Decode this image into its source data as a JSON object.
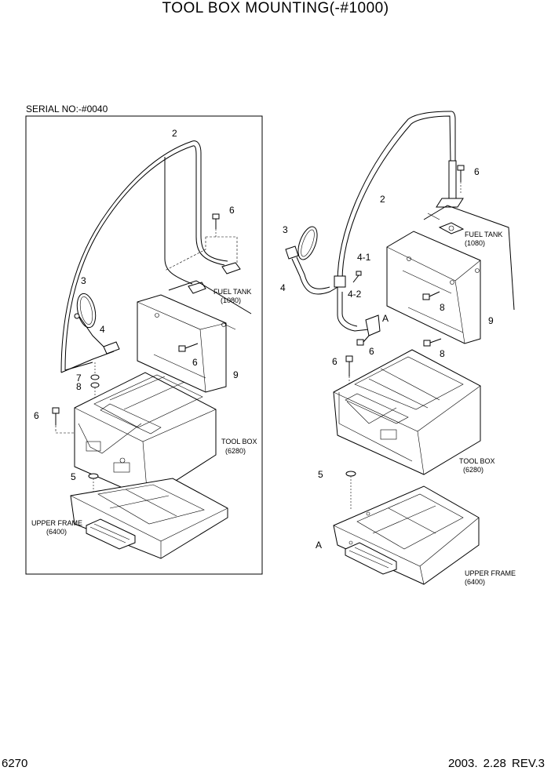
{
  "title": "TOOL BOX MOUNTING(-#1000)",
  "serial_label": "SERIAL NO:-#0040",
  "page_number": "6270",
  "revision": "2003.  2.28  REV.3",
  "left_view": {
    "callouts": [
      "2",
      "6",
      "3",
      "4",
      "7",
      "8",
      "6",
      "9",
      "6",
      "5"
    ],
    "fuel_tank": [
      "FUEL TANK",
      "(1080)"
    ],
    "tool_box": [
      "TOOL BOX",
      "(6280)"
    ],
    "upper_frame": [
      "UPPER FRAME",
      "(6400)"
    ]
  },
  "right_view": {
    "callouts": [
      "6",
      "2",
      "3",
      "4-1",
      "4",
      "4-2",
      "A",
      "8",
      "9",
      "6",
      "8",
      "6",
      "5",
      "A"
    ],
    "fuel_tank": [
      "FUEL TANK",
      "(1080)"
    ],
    "tool_box": [
      "TOOL BOX",
      "(6280)"
    ],
    "upper_frame": [
      "UPPER FRAME",
      "(6400)"
    ]
  }
}
